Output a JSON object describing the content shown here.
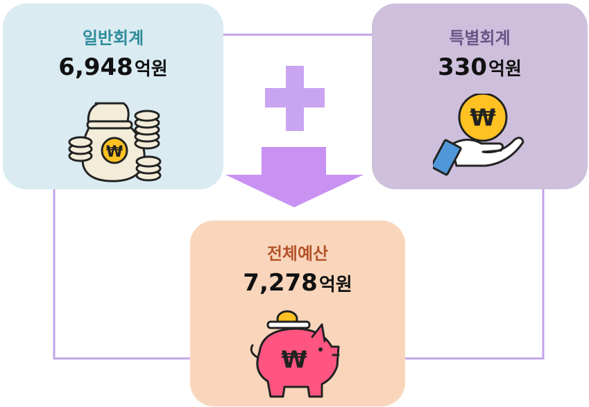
{
  "general_account": {
    "title": "일반회계",
    "amount": "6,948",
    "unit": "억원"
  },
  "special_account": {
    "title": "특별회계",
    "amount": "330",
    "unit": "억원"
  },
  "total_budget": {
    "title": "전체예산",
    "amount": "7,278",
    "unit": "억원"
  },
  "currency_symbol": "₩",
  "colors": {
    "general_bg": "#daebf2",
    "special_bg": "#cec0dc",
    "total_bg": "#f9d6bb",
    "connector": "#c3a3ea",
    "plus_sign": "#c9a4f0",
    "arrow": "#c891f2"
  },
  "icons": [
    "money-bag-coins-icon",
    "hand-holding-coin-icon",
    "piggy-bank-icon",
    "plus-icon",
    "down-arrow-icon"
  ]
}
